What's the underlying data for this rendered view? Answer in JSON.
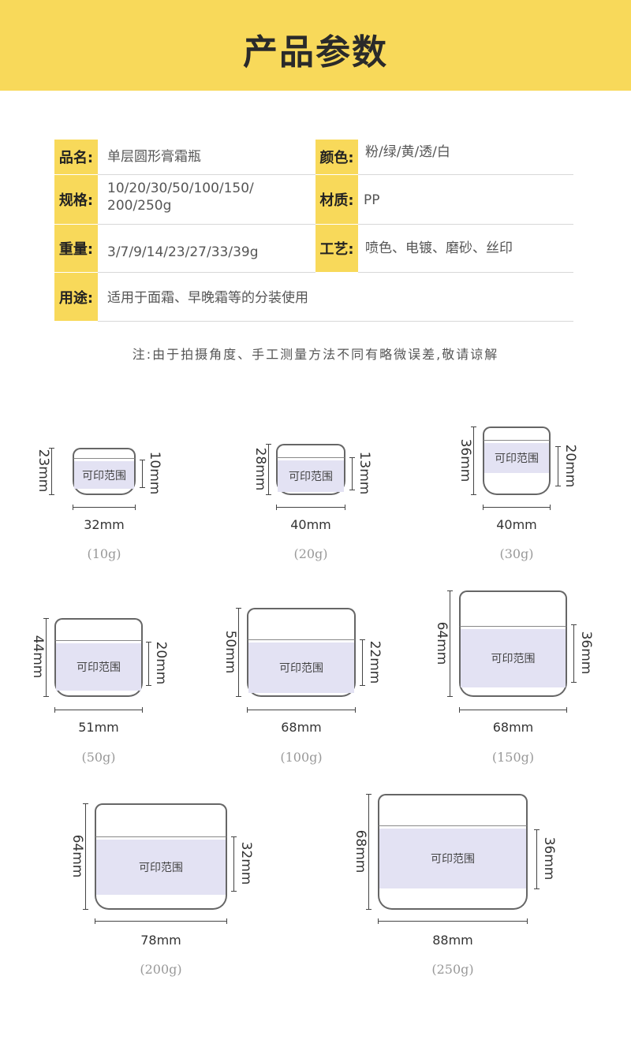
{
  "title": "产品参数",
  "specs": {
    "name_label": "品名:",
    "name_value": "单层圆形膏霜瓶",
    "color_label": "颜色:",
    "color_value": "粉/绿/黄/透/白",
    "size_label": "规格:",
    "size_value_line1": "10/20/30/50/100/150/",
    "size_value_line2": "200/250g",
    "material_label": "材质:",
    "material_value": "PP",
    "weight_label": "重量:",
    "weight_value": "3/7/9/14/23/27/33/39g",
    "craft_label": "工艺:",
    "craft_value": "喷色、电镀、磨砂、丝印",
    "use_label": "用途:",
    "use_value": "适用于面霜、早晚霜等的分装使用"
  },
  "note": "注:由于拍摄角度、手工测量方法不同有略微误差,敬请谅解",
  "print_area_label": "可印范围",
  "jars": [
    {
      "height": "23mm",
      "print": "10mm",
      "width": "32mm",
      "weight": "(10g)"
    },
    {
      "height": "28mm",
      "print": "13mm",
      "width": "40mm",
      "weight": "(20g)"
    },
    {
      "height": "36mm",
      "print": "20mm",
      "width": "40mm",
      "weight": "(30g)"
    },
    {
      "height": "44mm",
      "print": "20mm",
      "width": "51mm",
      "weight": "(50g)"
    },
    {
      "height": "50mm",
      "print": "22mm",
      "width": "68mm",
      "weight": "(100g)"
    },
    {
      "height": "64mm",
      "print": "36mm",
      "width": "68mm",
      "weight": "(150g)"
    },
    {
      "height": "64mm",
      "print": "32mm",
      "width": "78mm",
      "weight": "(200g)"
    },
    {
      "height": "68mm",
      "print": "36mm",
      "width": "88mm",
      "weight": "(250g)"
    }
  ]
}
